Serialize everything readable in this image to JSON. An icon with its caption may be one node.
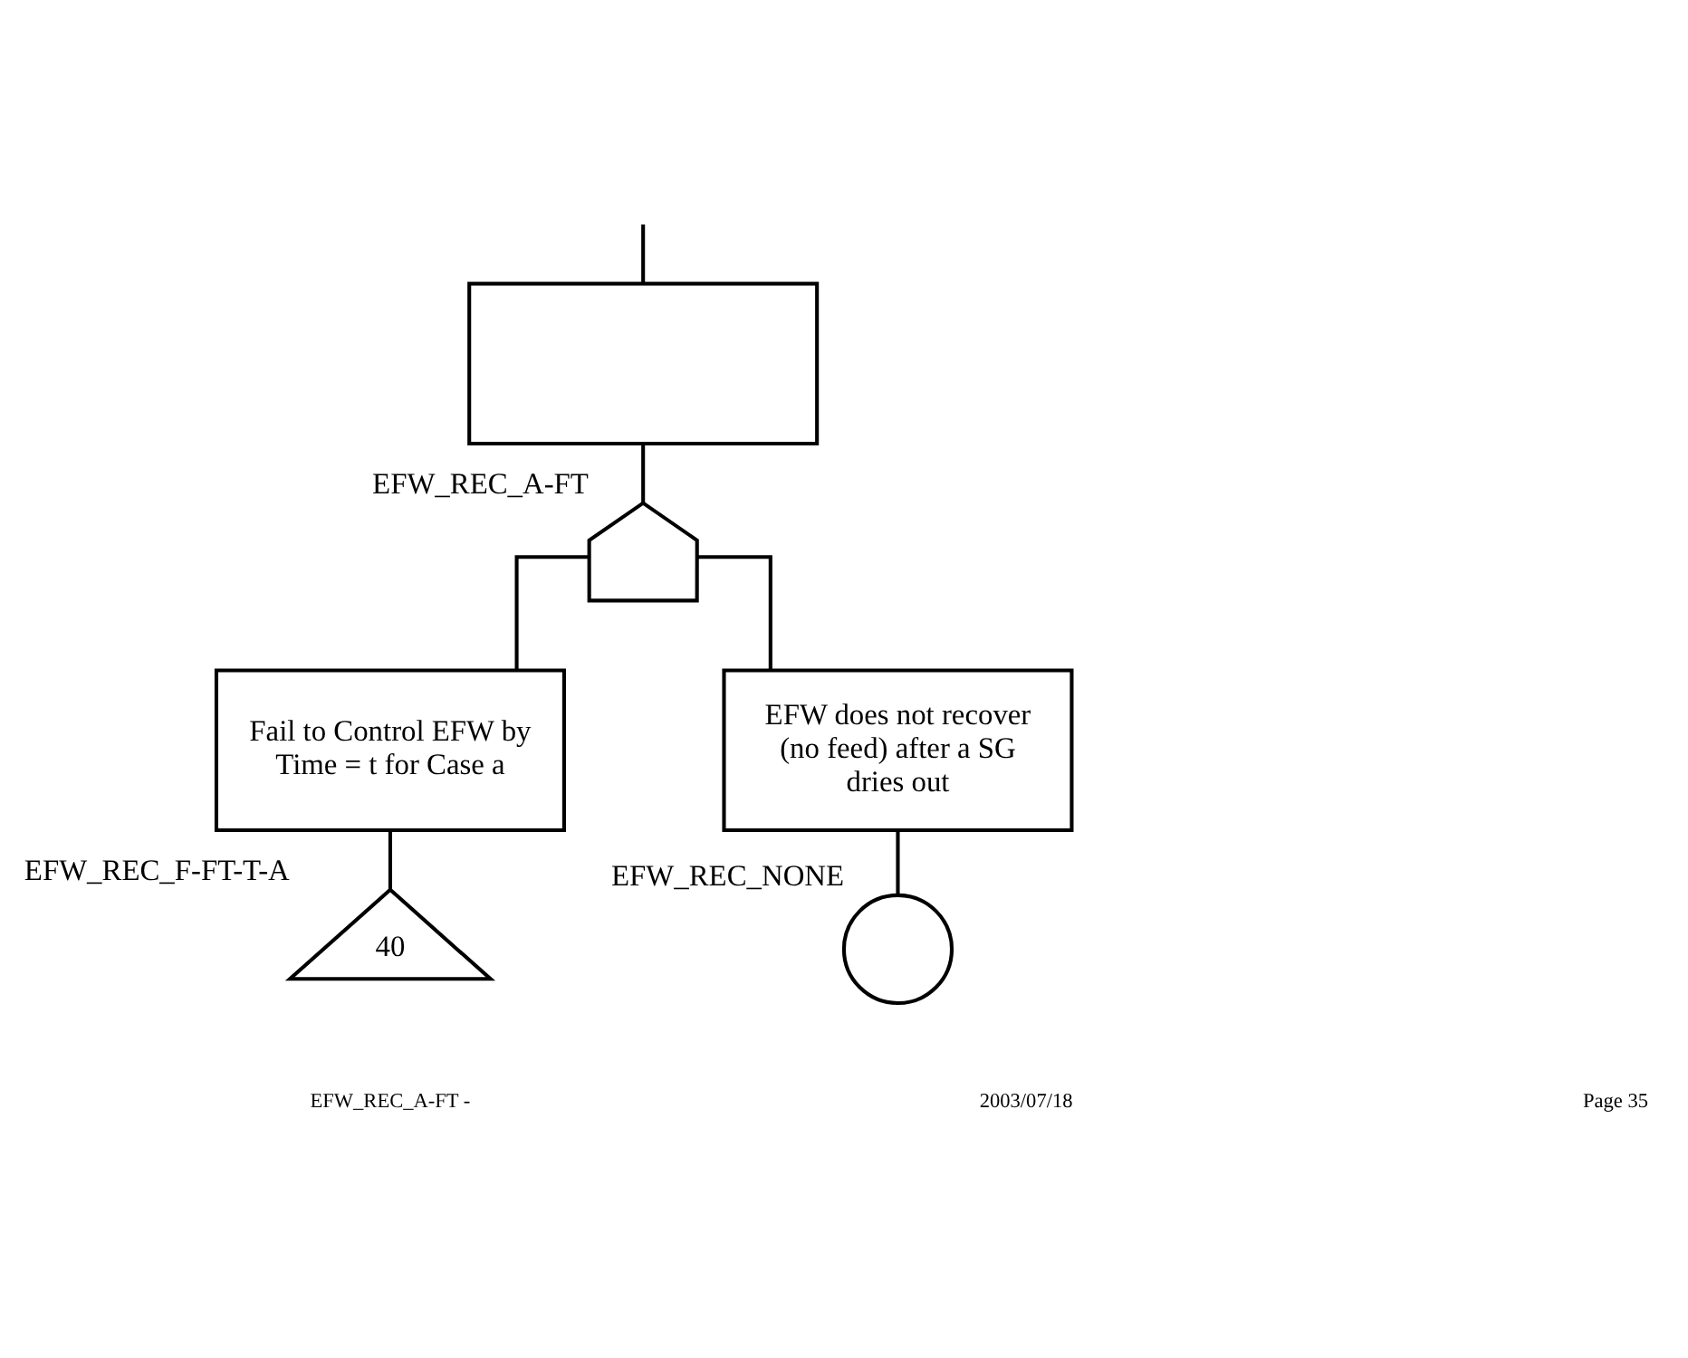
{
  "diagram": {
    "nodes": [
      {
        "text": [],
        "shape": "box"
      },
      {
        "text": [],
        "shape": "gate",
        "beside": [
          "EFW_REC_A-FT"
        ]
      },
      {
        "text": [
          "Fail to Control EFW by Time = t for Case a"
        ]
      },
      {
        "text": [
          "EFW does not recover (no feed) after a SG dries out"
        ]
      },
      {
        "text": [
          "40"
        ],
        "beside": [
          "EFW_REC_F-FT-T-A"
        ]
      },
      {
        "text": [],
        "shape": "circle",
        "beside": [
          "EFW_REC_NONE"
        ]
      }
    ],
    "edges": [
      {
        "from": null,
        "to": 0,
        "arrow": "none"
      },
      {
        "from": 0,
        "to": 1,
        "arrow": "none"
      },
      {
        "from": 1,
        "to": 2,
        "arrow": "none"
      },
      {
        "from": 1,
        "to": 3,
        "arrow": "none"
      },
      {
        "from": 2,
        "to": 4,
        "arrow": "none"
      },
      {
        "from": 3,
        "to": 5,
        "arrow": "none"
      }
    ],
    "labels": [
      "EFW_REC_A-FT -",
      "2003/07/18",
      "Page 35"
    ]
  }
}
